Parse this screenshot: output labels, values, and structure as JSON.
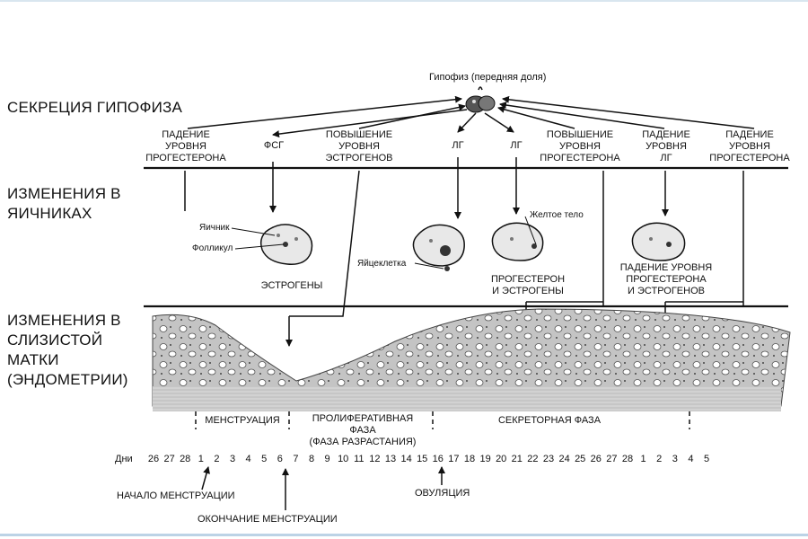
{
  "pituitary_label": "Гипофиз (передняя доля)",
  "rows": {
    "pituitary": "СЕКРЕЦИЯ ГИПОФИЗА",
    "ovary": [
      "ИЗМЕНЕНИЯ В",
      "ЯИЧНИКАХ"
    ],
    "uterus": [
      "ИЗМЕНЕНИЯ В",
      "СЛИЗИСТОЙ",
      "МАТКИ",
      "(ЭНДОМЕТРИИ)"
    ]
  },
  "hormones": {
    "drop_prog_1": [
      "ПАДЕНИЕ",
      "УРОВНЯ",
      "ПРОГЕСТЕРОНА"
    ],
    "fsh": "ФСГ",
    "rise_estr": [
      "ПОВЫШЕНИЕ",
      "УРОВНЯ",
      "ЭСТРОГЕНОВ"
    ],
    "lh_1": "ЛГ",
    "lh_2": "ЛГ",
    "rise_prog": [
      "ПОВЫШЕНИЕ",
      "УРОВНЯ",
      "ПРОГЕСТЕРОНА"
    ],
    "drop_lh": [
      "ПАДЕНИЕ",
      "УРОВНЯ",
      "ЛГ"
    ],
    "drop_prog_2": [
      "ПАДЕНИЕ",
      "УРОВНЯ",
      "ПРОГЕСТЕРОНА"
    ]
  },
  "ovary_labels": {
    "ovary": "Яичник",
    "follicle": "Фолликул",
    "estrogens": "ЭСТРОГЕНЫ",
    "egg": "Яйцеклетка",
    "corpus_luteum": "Желтое тело",
    "prog_estr": [
      "ПРОГЕСТЕРОН",
      "И ЭСТРОГЕНЫ"
    ],
    "drop_prog_estr": [
      "ПАДЕНИЕ УРОВНЯ",
      "ПРОГЕСТЕРОНА",
      "И ЭСТРОГЕНОВ"
    ]
  },
  "phases": {
    "menstruation": "МЕНСТРУАЦИЯ",
    "proliferative": [
      "ПРОЛИФЕРАТИВНАЯ",
      "ФАЗА",
      "(ФАЗА РАЗРАСТАНИЯ)"
    ],
    "secretory": "СЕКРЕТОРНАЯ ФАЗА"
  },
  "days_label": "Дни",
  "days": [
    "26",
    "27",
    "28",
    "1",
    "2",
    "3",
    "4",
    "5",
    "6",
    "7",
    "8",
    "9",
    "10",
    "11",
    "12",
    "13",
    "14",
    "15",
    "16",
    "17",
    "18",
    "19",
    "20",
    "21",
    "22",
    "23",
    "24",
    "25",
    "26",
    "27",
    "28",
    "1",
    "2",
    "3",
    "4",
    "5"
  ],
  "events": {
    "start": "НАЧАЛО МЕНСТРУАЦИИ",
    "end": "ОКОНЧАНИЕ МЕНСТРУАЦИИ",
    "ovulation": "ОВУЛЯЦИЯ"
  },
  "colors": {
    "ink": "#111111",
    "tissue": "#b9b9b9",
    "frame": "#bcd3e6"
  }
}
